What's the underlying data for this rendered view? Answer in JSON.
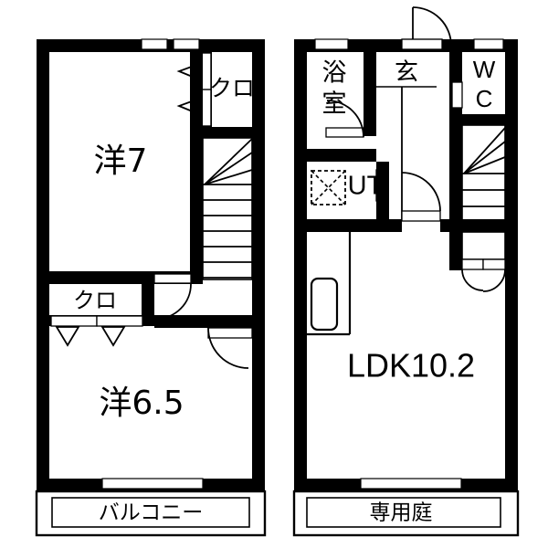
{
  "document": {
    "type": "floor-plan",
    "title": "間取図",
    "unit_layout": "2LDK maisonette",
    "line_color": "#000000",
    "background_color": "#ffffff",
    "wall_color": "#000000",
    "floor_count": 2
  },
  "floors": [
    {
      "id": "upper-floor",
      "position": "left",
      "rooms": [
        {
          "id": "washitsu-7",
          "label": "洋7",
          "name": "western-room-7-jo",
          "area_jo": 7
        },
        {
          "id": "washitsu-65",
          "label": "洋6.5",
          "name": "western-room-6.5-jo",
          "area_jo": 6.5
        },
        {
          "id": "closet-top",
          "label": "クロ",
          "name": "closet-upper",
          "area_jo": null
        },
        {
          "id": "closet-bot",
          "label": "クロ",
          "name": "closet-lower",
          "area_jo": null
        }
      ],
      "exterior": {
        "id": "balcony",
        "label": "バルコニー",
        "name": "balcony"
      },
      "features": [
        "staircase",
        "folding-closet-doors",
        "hinged-doors",
        "windows"
      ]
    },
    {
      "id": "lower-floor",
      "position": "right",
      "rooms": [
        {
          "id": "ldk",
          "label": "LDK10.2",
          "name": "living-dining-kitchen",
          "area_jo": 10.2
        },
        {
          "id": "bath",
          "label": "浴室",
          "name": "bathroom",
          "area_jo": null
        },
        {
          "id": "genkan",
          "label": "玄",
          "name": "entrance-hall",
          "area_jo": null
        },
        {
          "id": "wc",
          "label": "WC",
          "name": "toilet",
          "area_jo": null
        },
        {
          "id": "ut",
          "label": "UT",
          "name": "utility-room",
          "area_jo": null
        }
      ],
      "exterior": {
        "id": "garden",
        "label": "専用庭",
        "name": "private-garden"
      },
      "features": [
        "staircase",
        "kitchen-sink",
        "washing-machine-pan",
        "entrance-door",
        "hinged-doors",
        "windows"
      ]
    }
  ],
  "labels": {
    "yo7": "洋7",
    "yo65": "洋6.5",
    "kuro_upper": "クロ",
    "kuro_lower": "クロ",
    "balcony": "バルコニー",
    "ldk": "LDK10.2",
    "yokushitsu": "浴室",
    "genkan": "玄",
    "wc": "WC",
    "ut": "UT",
    "garden": "専用庭"
  }
}
